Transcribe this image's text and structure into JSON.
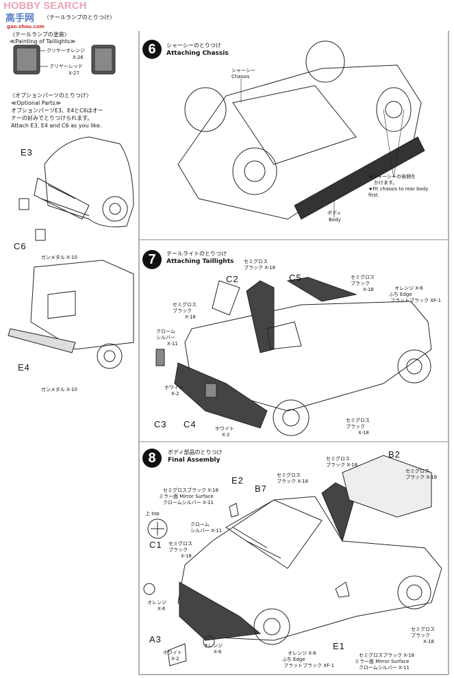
{
  "watermark": {
    "brand": "HOBBY SEARCH",
    "site_cn": "高手网",
    "site_url": "gao.shou.com"
  },
  "left": {
    "taillight_heading_jp": "〈テールランプのとりつけ〉",
    "painting_jp": "〈テールランプの塗装〉",
    "painting_en": "≪Painting of Taillights≫",
    "paint1": {
      "name": "クリヤーオレンジ",
      "code": "X-26"
    },
    "paint2": {
      "name": "クリヤーレッド",
      "code": "X-27"
    },
    "optional_jp": "〈オプションパーツのとりつけ〉",
    "optional_en": "≪Optional Parts≫",
    "optional_desc_jp1": "オプションパーツE3、E4とC6はオー",
    "optional_desc_jp2": "ナーの好みでとりつけられます。",
    "optional_desc_en": "Attach E3, E4 and C6 as you like.",
    "parts": {
      "e3": "E3",
      "c6": "C6",
      "e4": "E4"
    },
    "gunmetal1": "ガンメタル X-10",
    "gunmetal2": "ガンメタル X-10"
  },
  "step6": {
    "number": "6",
    "title_jp": "シャーシーのとりつけ",
    "title_en": "Attaching Chassis",
    "chassis_jp": "シャーシー",
    "chassis_en": "Chassis",
    "body_jp": "ボディ",
    "body_en": "Body",
    "note_jp1": "★シャーシーの後側を",
    "note_jp2": "かけます。",
    "note_en1": "★Fit chassis to rear body",
    "note_en2": "first."
  },
  "step7": {
    "number": "7",
    "title_jp": "テールライトのとりつけ",
    "title_en": "Attaching Taillights",
    "parts": {
      "c2": "C2",
      "c5": "C5",
      "c3": "C3",
      "c4": "C4"
    },
    "sg1": [
      "セミグロス",
      "ブラック X-18"
    ],
    "sg2": [
      "セミグロス",
      "ブラック",
      "X-18"
    ],
    "sg3": [
      "セミグロス",
      "ブラック",
      "X-18"
    ],
    "sg4": [
      "セミグロス",
      "ブラック",
      "X-18"
    ],
    "chrome": [
      "クローム",
      "シルバー",
      "X-11"
    ],
    "orange": [
      "オレンジ X-6",
      "ふち Edge",
      "フラットブラック XF-1"
    ],
    "white1": [
      "ホワイト",
      "X-2"
    ],
    "white2": [
      "ホワイト",
      "X-2"
    ]
  },
  "step8": {
    "number": "8",
    "title_jp": "ボディ部品のとりつけ",
    "title_en": "Final Assembly",
    "parts": {
      "e2": "E2",
      "b7": "B7",
      "b2": "B2",
      "c1": "C1",
      "a3": "A3",
      "e1": "E1"
    },
    "top": "上 top",
    "mirror1": [
      "セミグロスブラック X-18",
      "ミラー面 Mirror Surface",
      "クロームシルバー X-11"
    ],
    "mirror2": [
      "セミグロスブラック X-18",
      "ミラー面 Mirror Surface",
      "クロームシルバー X-11"
    ],
    "sg_b7": [
      "セミグロス",
      "ブラック X-18"
    ],
    "sg_top": [
      "セミグロス",
      "ブラック X-18"
    ],
    "sg_b2": [
      "セミグロス",
      "ブラック X-18"
    ],
    "sg_c1": [
      "セミグロス",
      "ブラック",
      "X-18"
    ],
    "sg_side": [
      "セミグロス",
      "ブラック",
      "X-18"
    ],
    "chrome": [
      "クローム",
      "シルバー X-11"
    ],
    "orange1": [
      "オレンジ",
      "X-6"
    ],
    "orange2": [
      "オレンジ",
      "X-6"
    ],
    "orange_edge": [
      "オレンジ X-6",
      "ふち Edge",
      "フラットブラック XF-1"
    ],
    "white": [
      "ホワイト",
      "X-2"
    ]
  }
}
